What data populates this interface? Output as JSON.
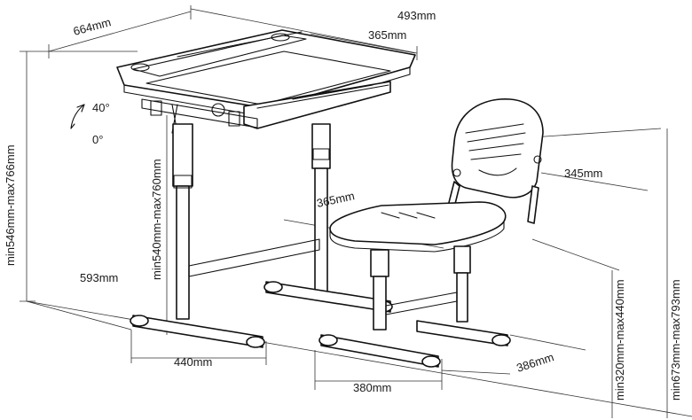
{
  "dimensions": {
    "desk_width_top": "664mm",
    "desk_depth_top": "493mm",
    "desk_tilt_panel": "365mm",
    "desk_height_range": "min546mm-max766mm",
    "desk_leg_height_range": "min540mm-max760mm",
    "desk_base_depth": "593mm",
    "desk_leg_spacing": "440mm",
    "tilt_angle_max": "40°",
    "tilt_angle_min": "0°",
    "chair_back_width": "345mm",
    "chair_seat_width": "365mm",
    "chair_seat_height_range": "min320mm-max440mm",
    "chair_total_height_range": "min673mm-max793mm",
    "chair_base_depth": "386mm",
    "chair_base_width": "380mm"
  }
}
